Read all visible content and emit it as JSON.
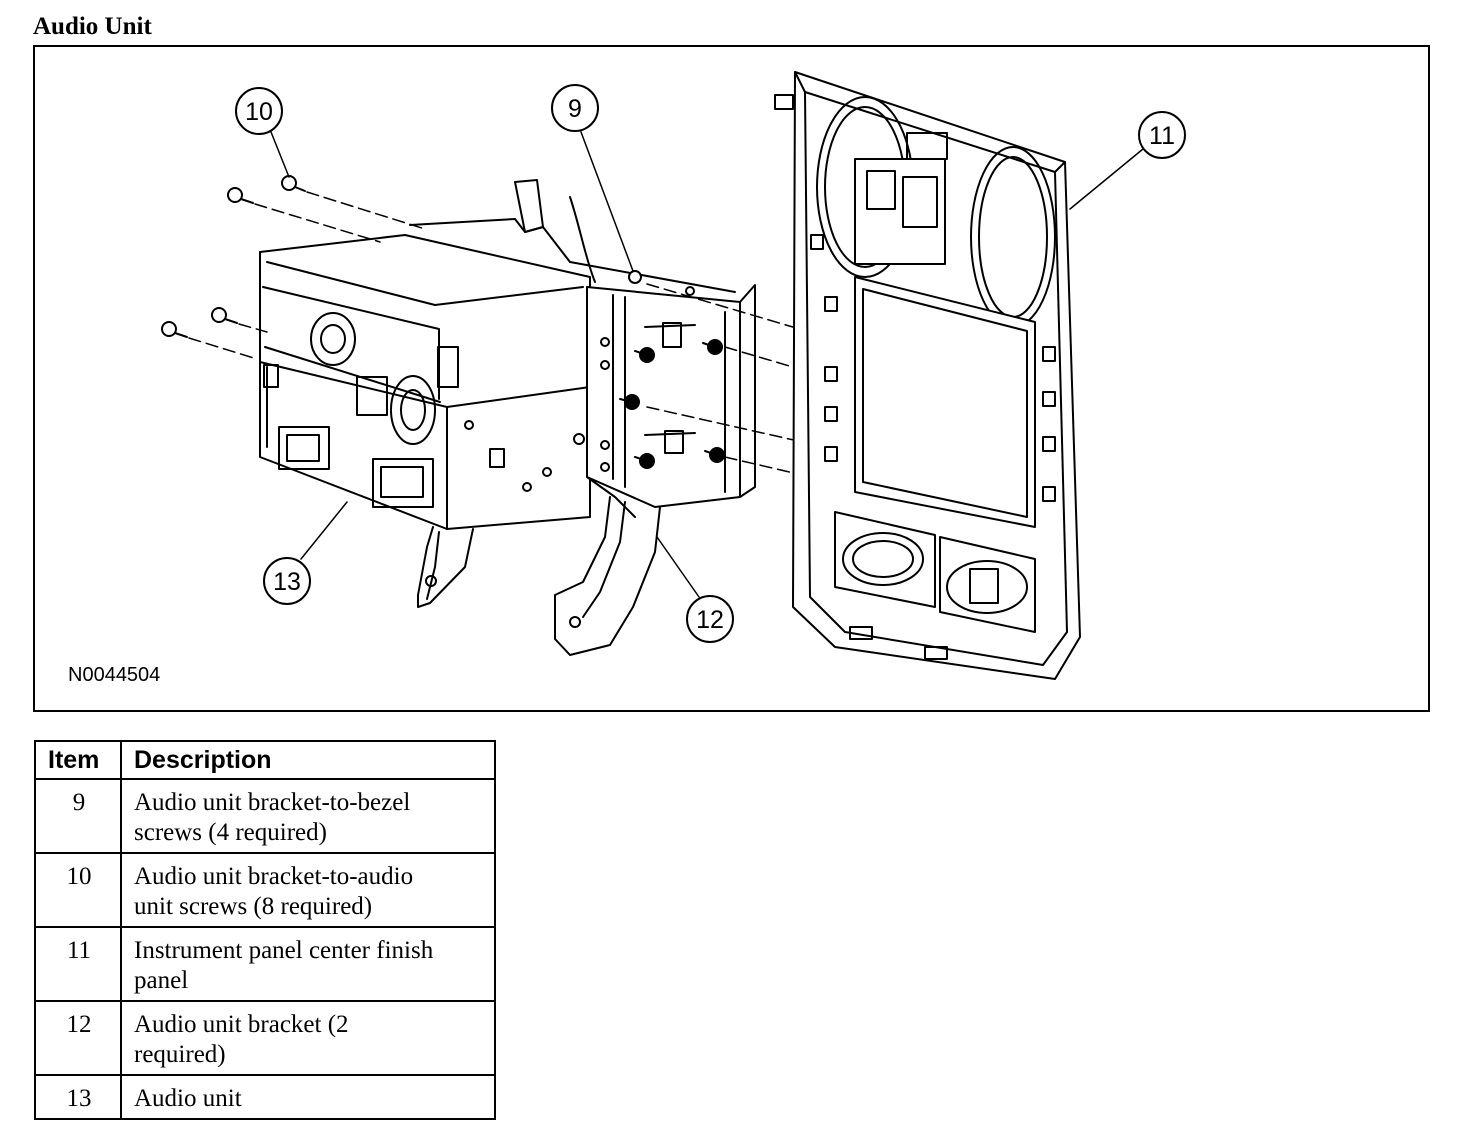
{
  "title": "Audio Unit",
  "figure_id": "N0044504",
  "callouts": [
    "9",
    "10",
    "11",
    "12",
    "13"
  ],
  "table": {
    "headers": [
      "Item",
      "Description"
    ],
    "rows": [
      {
        "item": "9",
        "description_lines": [
          "Audio unit bracket-to-bezel",
          "screws (4 required)"
        ]
      },
      {
        "item": "10",
        "description_lines": [
          "Audio unit bracket-to-audio",
          "unit screws (8 required)"
        ]
      },
      {
        "item": "11",
        "description_lines": [
          "Instrument panel center finish",
          "panel"
        ]
      },
      {
        "item": "12",
        "description_lines": [
          "Audio unit bracket (2",
          "required)"
        ]
      },
      {
        "item": "13",
        "description_lines": [
          "Audio unit"
        ]
      }
    ]
  }
}
